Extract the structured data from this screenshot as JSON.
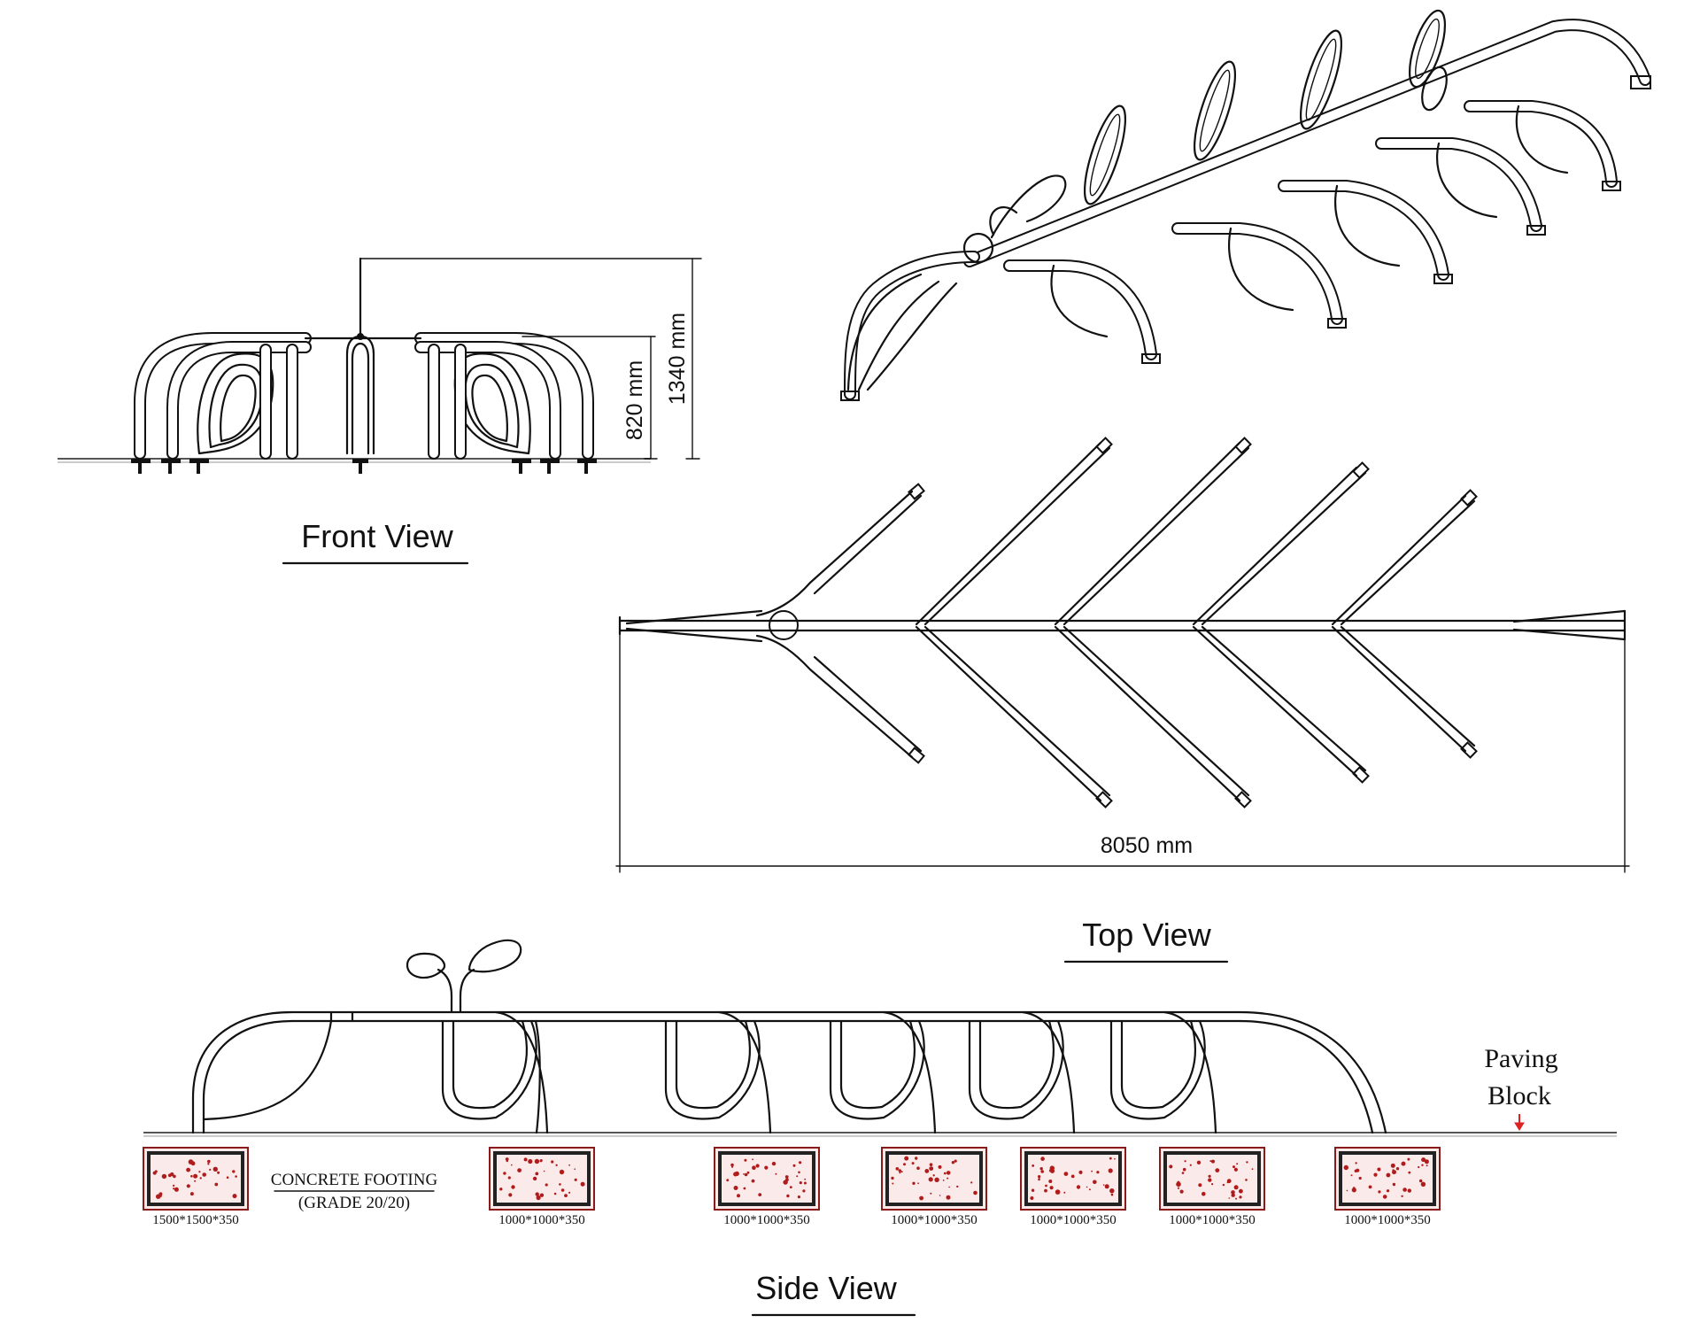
{
  "views": {
    "front": {
      "title": "Front View",
      "dim_height_arch": "820 mm",
      "dim_height_total": "1340 mm"
    },
    "top": {
      "title": "Top View",
      "dim_length": "8050 mm"
    },
    "side": {
      "title": "Side View",
      "concrete_label_line1": "CONCRETE FOOTING",
      "concrete_label_line2": "(GRADE 20/20)",
      "paving_label_line1": "Paving",
      "paving_label_line2": "Block",
      "footings": [
        "1500*1500*350",
        "1000*1000*350",
        "1000*1000*350",
        "1000*1000*350",
        "1000*1000*350",
        "1000*1000*350",
        "1000*1000*350"
      ]
    }
  },
  "colors": {
    "line": "#111111",
    "footing_speckle": "#b01c1c",
    "paving_arrow": "#dd2222"
  }
}
